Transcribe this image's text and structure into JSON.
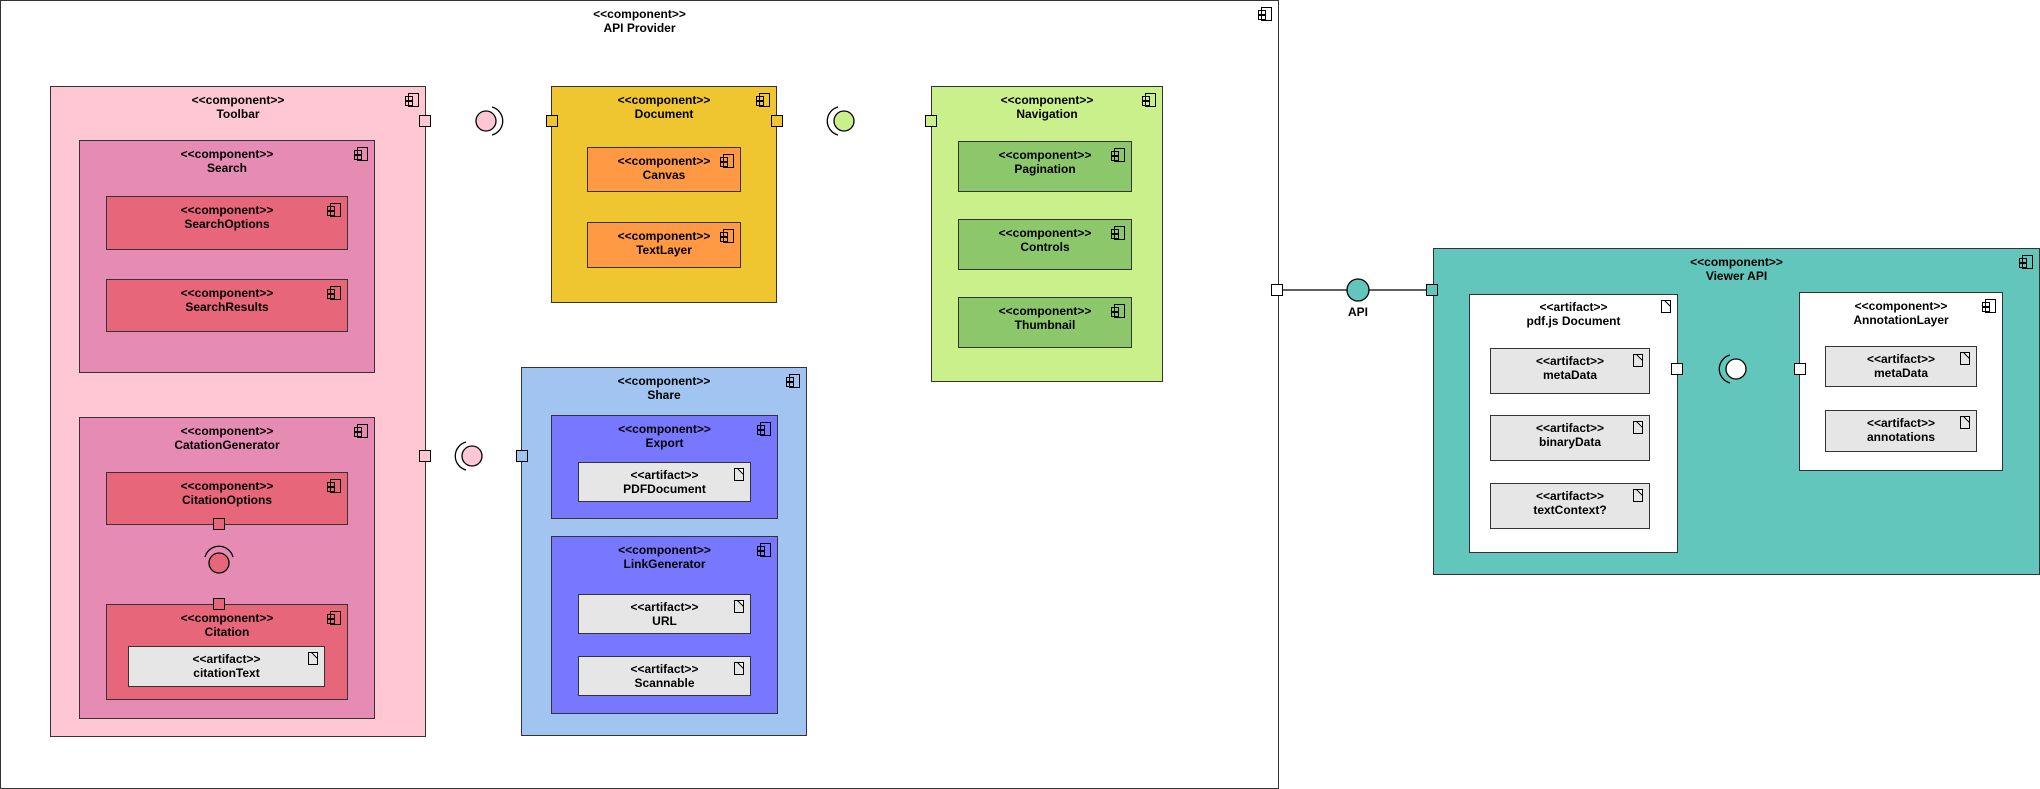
{
  "stereotypes": {
    "component": "<<component>>",
    "artifact": "<<artifact>>"
  },
  "colors": {
    "provider": "#ffffff",
    "toolbar": "#ffc7d3",
    "toolbar_group": "#e68bb4",
    "toolbar_leaf": "#e8667a",
    "document": "#efc530",
    "document_leaf": "#ff9944",
    "navigation": "#c9f08a",
    "navigation_leaf": "#8cc76c",
    "share": "#a1c5f0",
    "share_group": "#7777ff",
    "artifact": "#e6e6e6",
    "viewer": "#62c6bc",
    "viewer_white": "#ffffff"
  },
  "icons": {
    "component": "component-icon",
    "artifact": "artifact-icon"
  },
  "provider": {
    "name": "API Provider"
  },
  "toolbar": {
    "name": "Toolbar",
    "search": {
      "name": "Search",
      "options": "SearchOptions",
      "results": "SearchResults"
    },
    "citation_generator": {
      "name": "CatationGenerator",
      "options": "CitationOptions",
      "citation": "Citation",
      "citation_text": "citationText"
    }
  },
  "document": {
    "name": "Document",
    "canvas": "Canvas",
    "text_layer": "TextLayer"
  },
  "navigation": {
    "name": "Navigation",
    "pagination": "Pagination",
    "controls": "Controls",
    "thumbnail": "Thumbnail"
  },
  "share": {
    "name": "Share",
    "export": {
      "name": "Export",
      "pdf_document": "PDFDocument"
    },
    "link_generator": {
      "name": "LinkGenerator",
      "url": "URL",
      "scannable": "Scannable"
    }
  },
  "api_interface": {
    "label": "API"
  },
  "viewer": {
    "name": "Viewer API",
    "pdfjs": {
      "name": "pdf.js Document",
      "metadata": "metaData",
      "binary": "binaryData",
      "text_context": "textContext?"
    },
    "annotation_layer": {
      "name": "AnnotationLayer",
      "metadata": "metaData",
      "annotations": "annotations"
    }
  }
}
